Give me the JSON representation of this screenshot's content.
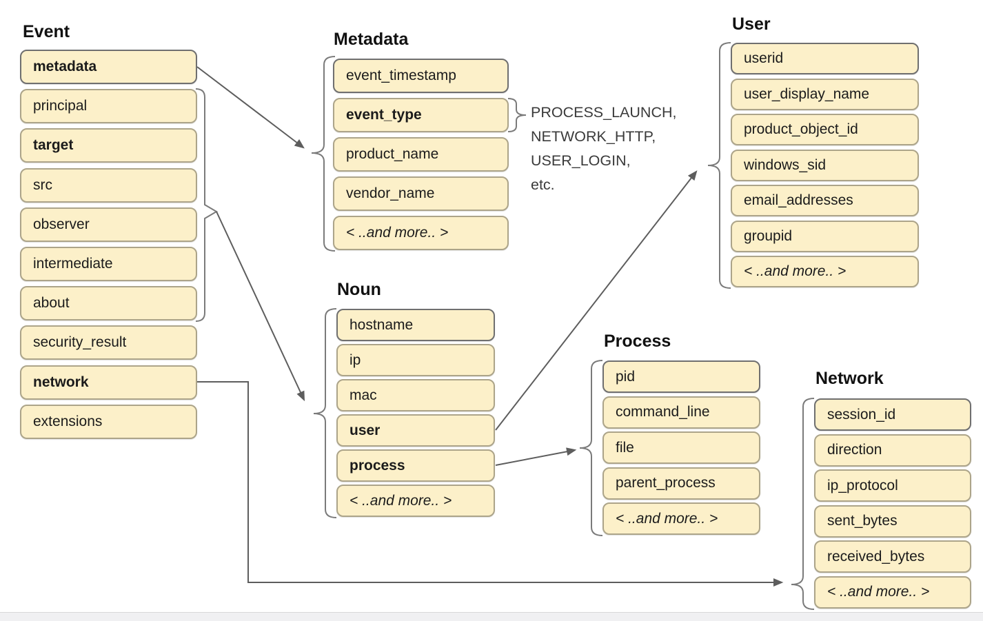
{
  "diagram": {
    "groups": [
      {
        "id": "event",
        "title": "Event",
        "items": [
          {
            "label": "metadata",
            "bold": true
          },
          {
            "label": "principal"
          },
          {
            "label": "target",
            "bold": true
          },
          {
            "label": "src"
          },
          {
            "label": "observer"
          },
          {
            "label": "intermediate"
          },
          {
            "label": "about"
          },
          {
            "label": "security_result"
          },
          {
            "label": "network",
            "bold": true
          },
          {
            "label": "extensions"
          }
        ]
      },
      {
        "id": "metadata",
        "title": "Metadata",
        "items": [
          {
            "label": "event_timestamp"
          },
          {
            "label": "event_type",
            "bold": true
          },
          {
            "label": "product_name"
          },
          {
            "label": "vendor_name"
          },
          {
            "label": "< ..and more.. >",
            "italic": true
          }
        ]
      },
      {
        "id": "user",
        "title": "User",
        "items": [
          {
            "label": "userid"
          },
          {
            "label": "user_display_name"
          },
          {
            "label": "product_object_id"
          },
          {
            "label": "windows_sid"
          },
          {
            "label": "email_addresses"
          },
          {
            "label": "groupid"
          },
          {
            "label": "< ..and more.. >",
            "italic": true
          }
        ]
      },
      {
        "id": "noun",
        "title": "Noun",
        "items": [
          {
            "label": "hostname"
          },
          {
            "label": "ip"
          },
          {
            "label": "mac"
          },
          {
            "label": "user",
            "bold": true
          },
          {
            "label": "process",
            "bold": true
          },
          {
            "label": "< ..and more.. >",
            "italic": true
          }
        ]
      },
      {
        "id": "process",
        "title": "Process",
        "items": [
          {
            "label": "pid"
          },
          {
            "label": "command_line"
          },
          {
            "label": "file"
          },
          {
            "label": "parent_process"
          },
          {
            "label": "< ..and more.. >",
            "italic": true
          }
        ]
      },
      {
        "id": "network",
        "title": "Network",
        "items": [
          {
            "label": "session_id"
          },
          {
            "label": "direction"
          },
          {
            "label": "ip_protocol"
          },
          {
            "label": "sent_bytes"
          },
          {
            "label": "received_bytes"
          },
          {
            "label": "< ..and more.. >",
            "italic": true
          }
        ]
      }
    ],
    "event_type_examples": [
      "PROCESS_LAUNCH,",
      "NETWORK_HTTP,",
      "USER_LOGIN,",
      "etc."
    ],
    "edges": [
      {
        "from": "Event.metadata",
        "to": "Metadata"
      },
      {
        "from": "Event.principal..about",
        "to": "Noun"
      },
      {
        "from": "Metadata.event_type",
        "to": "event_type_examples"
      },
      {
        "from": "Noun.user",
        "to": "User"
      },
      {
        "from": "Noun.process",
        "to": "Process"
      },
      {
        "from": "Event.network",
        "to": "Network"
      }
    ],
    "colors": {
      "box_fill": "#fcf0c9",
      "box_border": "#aca489",
      "box_border_first": "#6f6f6f",
      "connector": "#5d5d5d",
      "brace": "#7a7a7a",
      "text": "#1b1b1b",
      "title": "#111111"
    }
  }
}
